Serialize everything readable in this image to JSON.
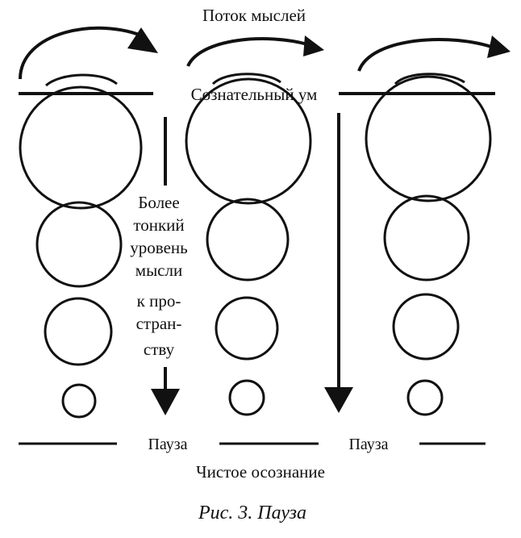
{
  "labels": {
    "thought_flow": "Поток мыслей",
    "conscious_mind": "Сознательный ум",
    "subtle_level": [
      "Более",
      "тонкий",
      "уровень",
      "мысли",
      "к про-",
      "стран-",
      "ству"
    ],
    "pause_left": "Пауза",
    "pause_right": "Пауза",
    "pure_awareness": "Чистое осознание",
    "caption": "Рис. 3. Пауза"
  },
  "colors": {
    "ink": "#111111",
    "background": "#ffffff"
  }
}
